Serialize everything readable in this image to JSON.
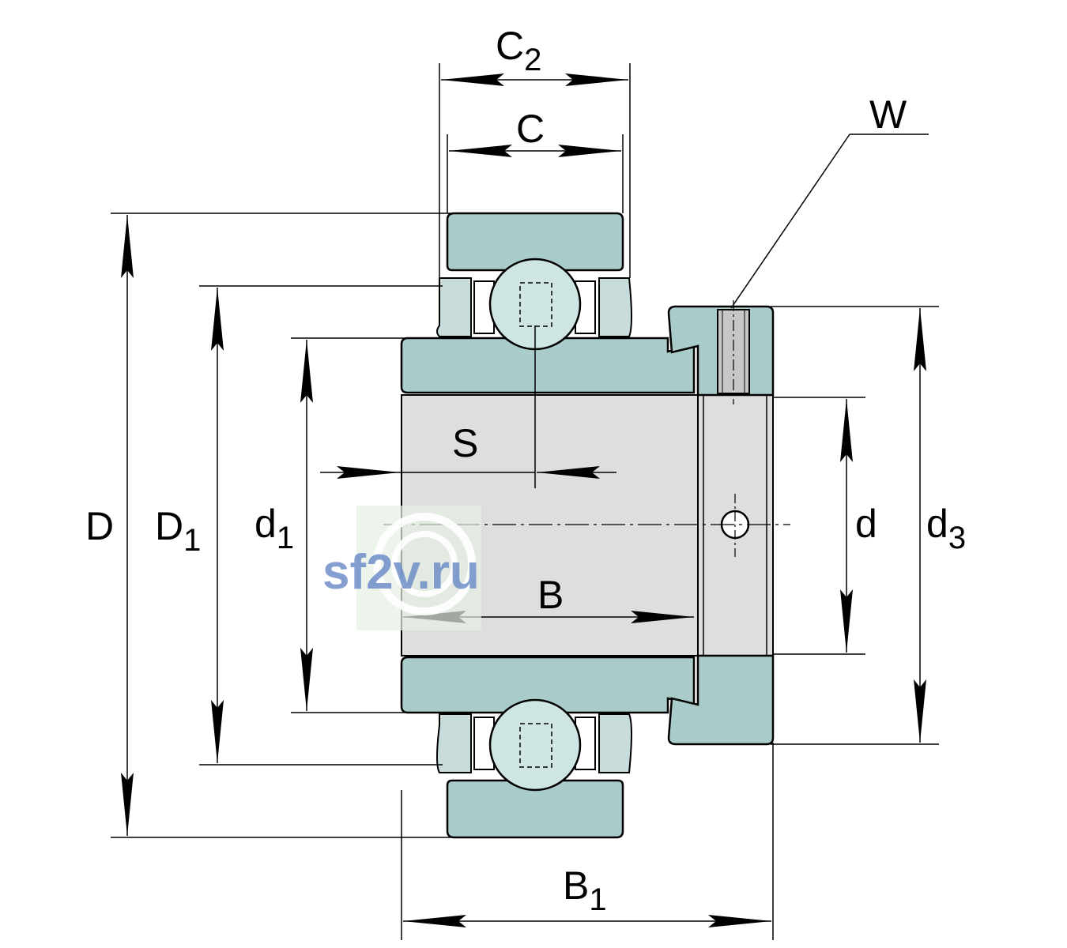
{
  "labels": {
    "C2": {
      "main": "C",
      "sub": "2"
    },
    "C": {
      "main": "C"
    },
    "W": {
      "main": "W"
    },
    "D": {
      "main": "D"
    },
    "D1": {
      "main": "D",
      "sub": "1"
    },
    "d1": {
      "main": "d",
      "sub": "1"
    },
    "S": {
      "main": "S"
    },
    "B": {
      "main": "B"
    },
    "d": {
      "main": "d"
    },
    "d3": {
      "main": "d",
      "sub": "3"
    },
    "B1": {
      "main": "B",
      "sub": "1"
    }
  },
  "watermark": {
    "text": "sf2v.ru"
  },
  "colors": {
    "ring_fill": "#a9cbc9",
    "ball_fill": "#cfe5e4",
    "bore_fill": "#dedede",
    "seal_fill": "#c8dcdb",
    "outline": "#000000"
  }
}
